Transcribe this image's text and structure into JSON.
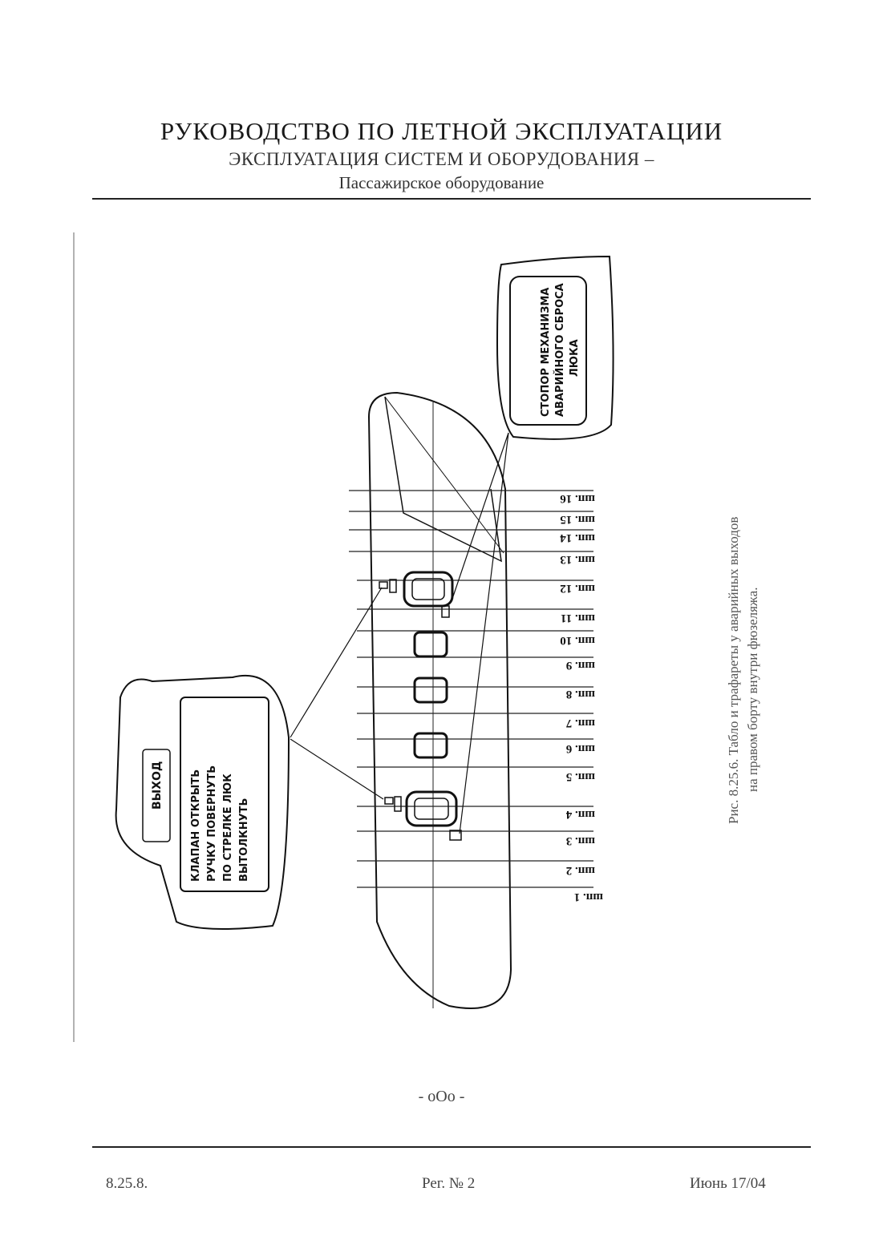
{
  "header": {
    "title": "РУКОВОДСТВО ПО ЛЕТНОЙ ЭКСПЛУАТАЦИИ",
    "subtitle": "ЭКСПЛУАТАЦИЯ СИСТЕМ И ОБОРУДОВАНИЯ –",
    "section": "Пассажирское оборудование"
  },
  "diagram": {
    "exit_placard": {
      "title": "ВЫХОД",
      "line1": "КЛАПАН ОТКРЫТЬ",
      "line2": "РУЧКУ ПОВЕРНУТЬ",
      "line3": "ПО СТРЕЛКЕ ЛЮК",
      "line4": "ВЫТОЛКНУТЬ"
    },
    "latch_placard": {
      "line1": "СТОПОР МЕХАНИЗМА",
      "line2": "АВАРИЙНОГО СБРОСА",
      "line3": "ЛЮКА"
    },
    "frames": [
      "шп. 1",
      "шп. 2",
      "шп. 3",
      "шп. 4",
      "шп. 5",
      "шп. 6",
      "шп. 7",
      "шп. 8",
      "шп. 9",
      "шп. 10",
      "шп. 11",
      "шп. 12",
      "шп. 13",
      "шп. 14",
      "шп. 15",
      "шп. 16"
    ]
  },
  "caption": {
    "line1": "Рис. 8.25.6. Табло и трафареты у аварийных выходов",
    "line2": "на правом борту внутри фюзеляжа."
  },
  "separator": "- oOo -",
  "footer": {
    "page": "8.25.8.",
    "revision": "Рег. № 2",
    "date": "Июнь 17/04"
  }
}
